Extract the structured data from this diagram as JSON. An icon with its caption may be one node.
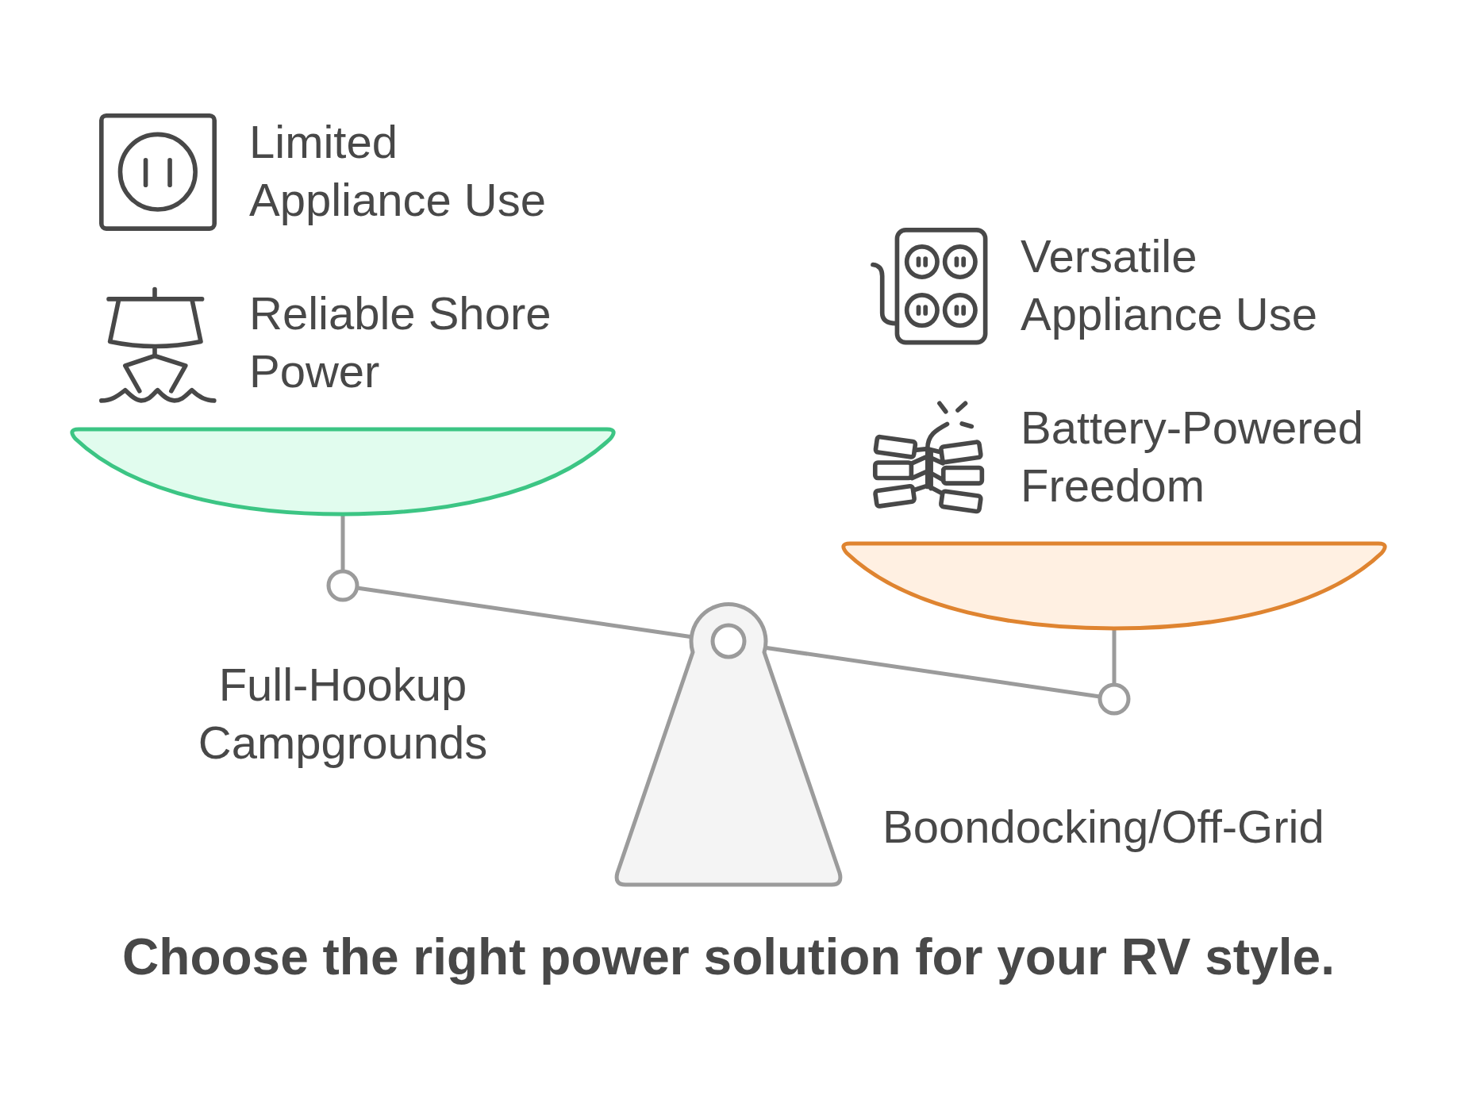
{
  "diagram": {
    "caption": "Choose the right power solution for your RV style.",
    "labels": [
      "Limited Appliance Use",
      "Reliable Shore Power",
      "Full-Hookup Campgrounds",
      "Versatile Appliance Use",
      "Battery-Powered Freedom",
      "Boondocking/Off-Grid"
    ]
  }
}
